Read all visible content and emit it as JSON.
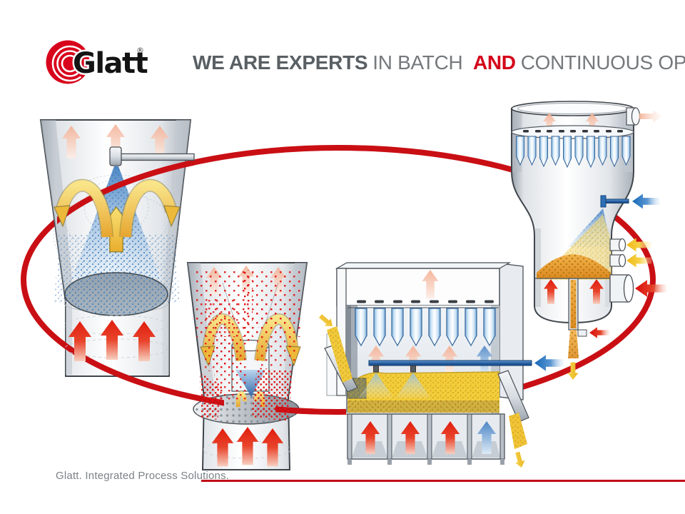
{
  "header": {
    "logo": {
      "text": "Glatt",
      "registered_mark": "®"
    },
    "title": {
      "bold_lead": "WE ARE EXPERTS",
      "regular_mid": "IN BATCH",
      "bold_red": "AND",
      "regular_tail": "CONTINUOUS OPERATION"
    }
  },
  "diagram": {
    "loop_color": "#c90f14",
    "illustrations": [
      "batch-top-spray-fluid-bed-granulator",
      "batch-wurster-bottom-spray-coater",
      "continuous-horizontal-fluid-bed",
      "continuous-vertical-spray-granulator"
    ]
  },
  "footer": {
    "tagline": "Glatt. Integrated Process Solutions.",
    "line_color": "#c20d18"
  },
  "colors": {
    "brand_red": "#d6001c",
    "title_dark_gray": "#595f63",
    "title_gray": "#75797c",
    "accent_red_arrow": "#e01c0d",
    "accent_yellow": "#e9ae2e",
    "accent_blue": "#2a62a8",
    "footer_gray": "#7b8287"
  }
}
